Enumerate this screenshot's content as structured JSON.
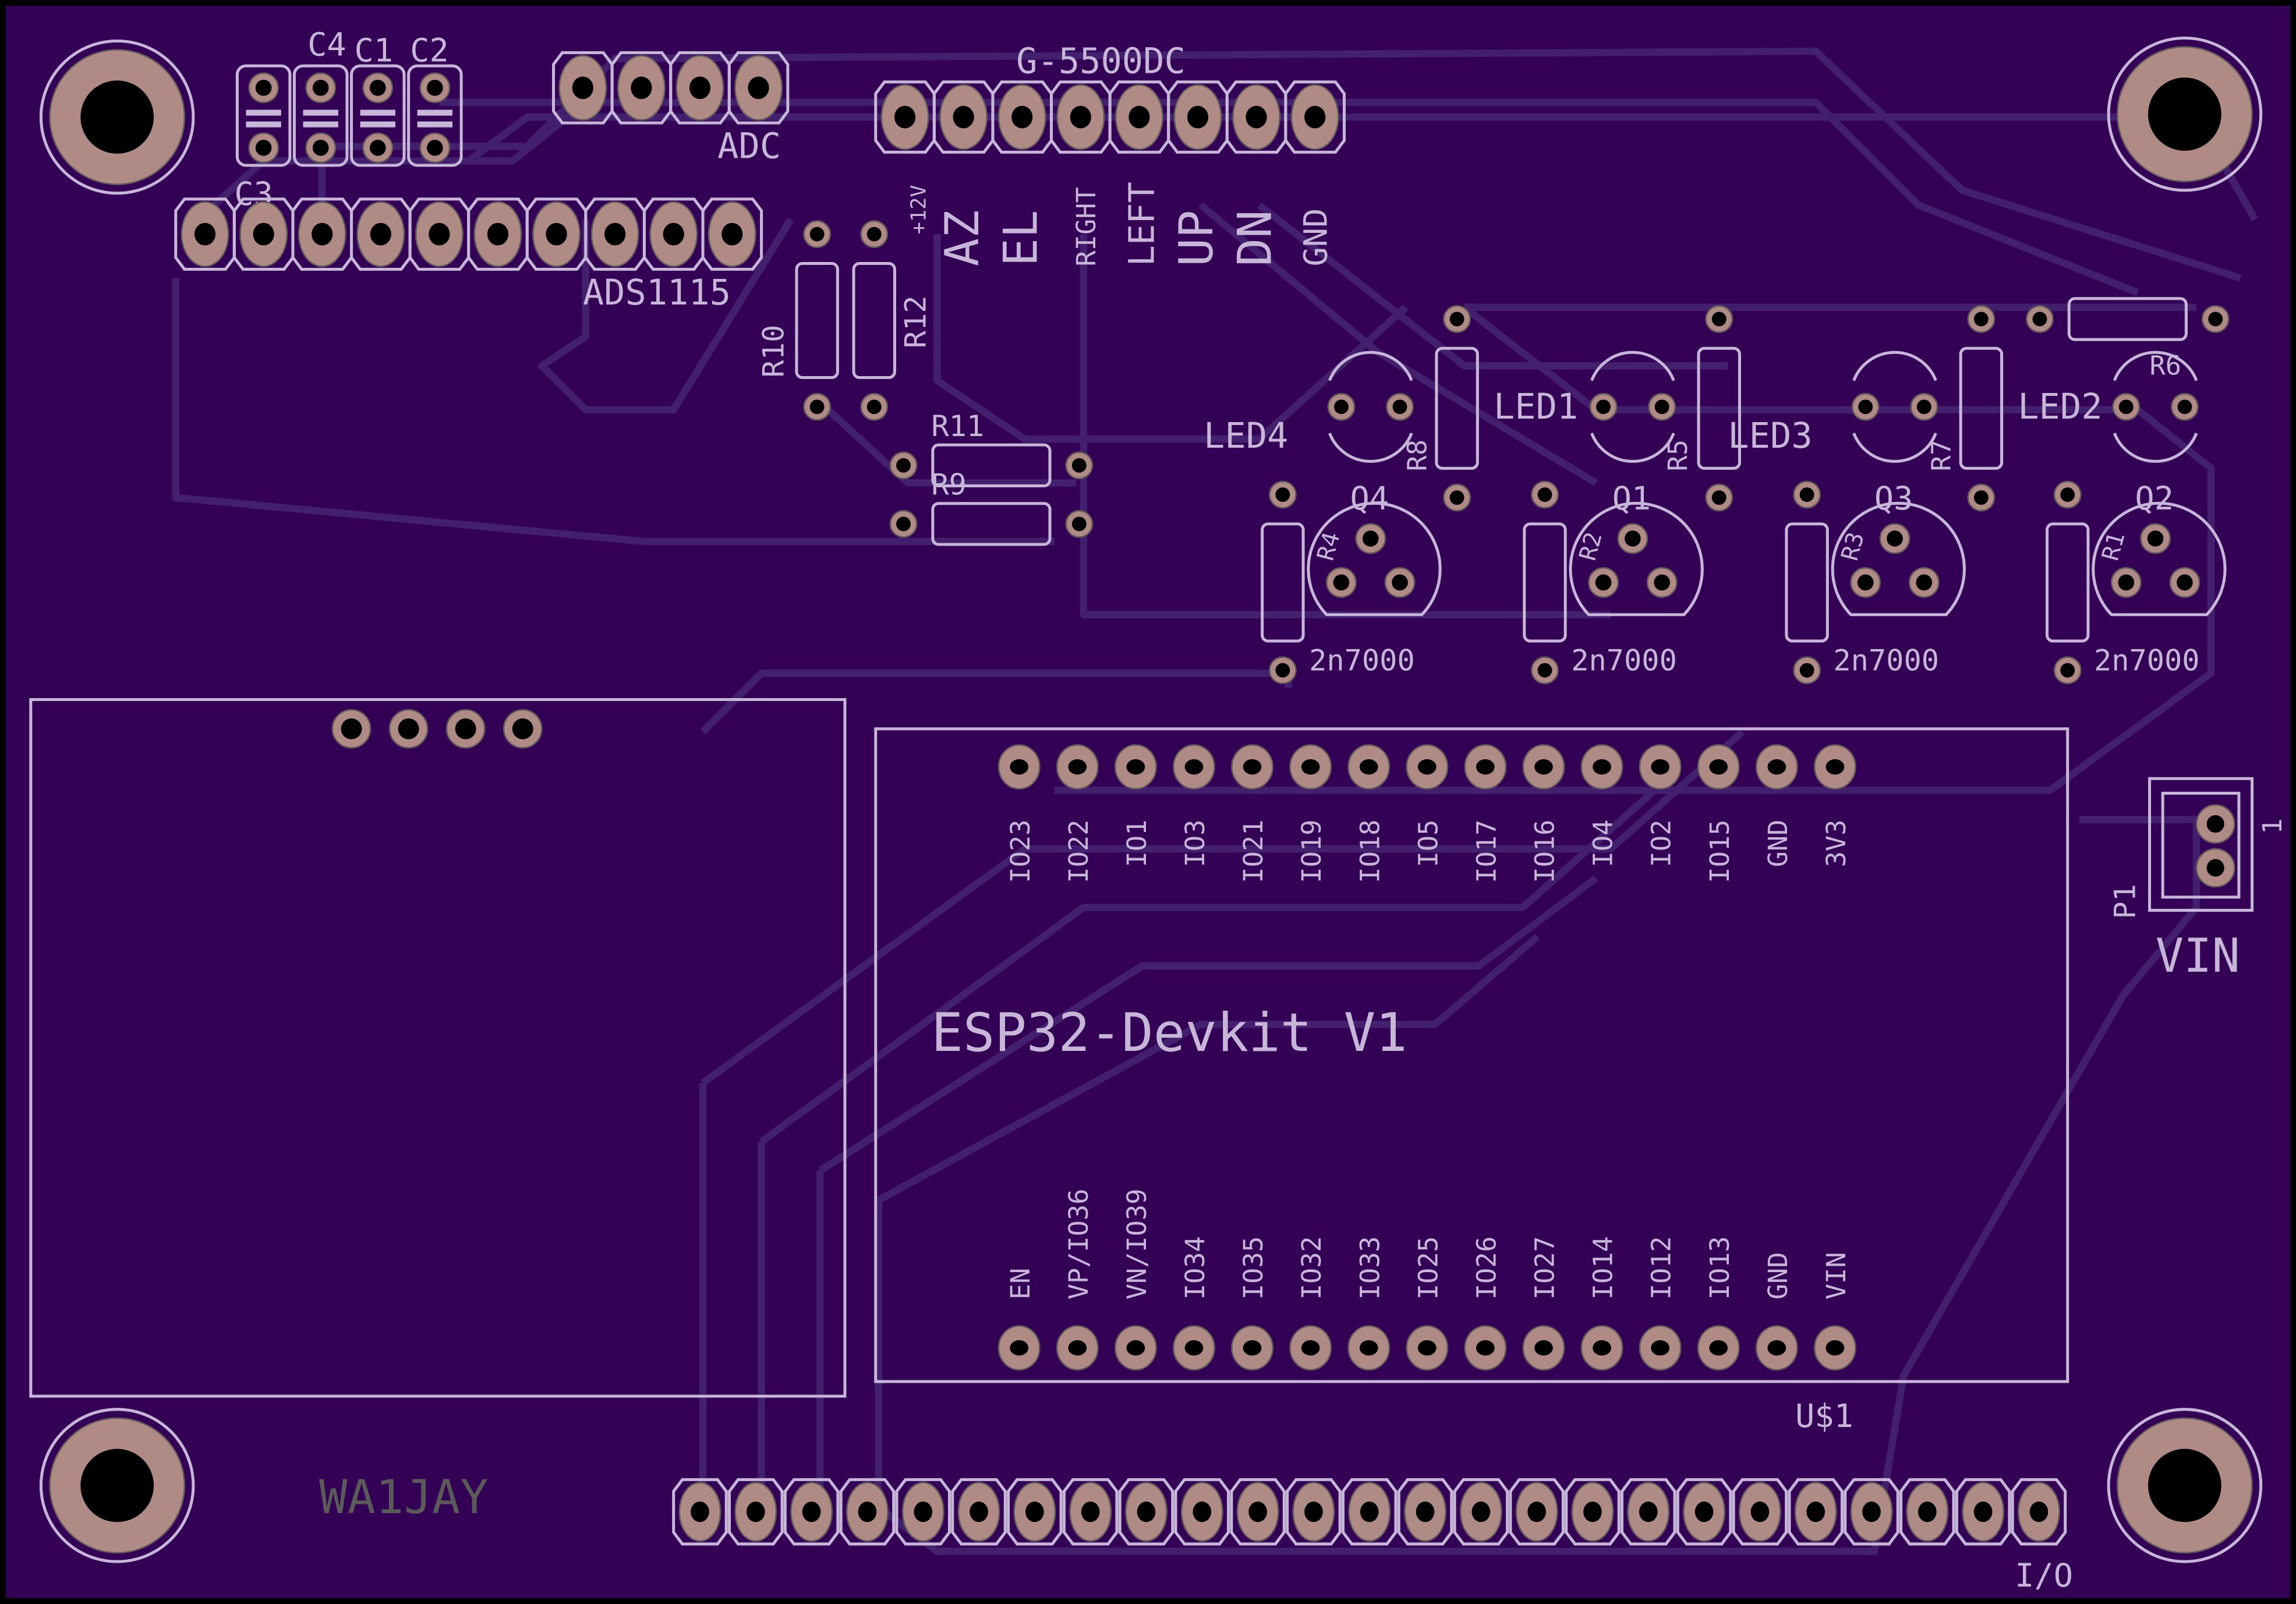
{
  "board": {
    "title": "ESP32 G-5500DC rotator controller PCB",
    "colors": {
      "substrate": "#330055",
      "silkscreen": "#c6b6d8",
      "copper": "#b08a85",
      "trace": "#43206e",
      "drill": "#000000",
      "author_text": "#5a5a5a"
    },
    "author": "WA1JAY"
  },
  "components": {
    "caps": [
      "C4",
      "C1",
      "C2",
      "C3"
    ],
    "adc_header": {
      "label": "ADC",
      "pins": 4
    },
    "ads1115": {
      "label": "ADS1115",
      "pins": 10
    },
    "rotator_header": {
      "label": "G-5500DC",
      "pins": 8,
      "pin_labels": [
        "+12V",
        "AZ",
        "EL",
        "RIGHT",
        "LEFT",
        "UP",
        "DN",
        "GND"
      ]
    },
    "resistors": [
      "R10",
      "R12",
      "R11",
      "R9",
      "R8",
      "R5",
      "R7",
      "R6",
      "R4",
      "R2",
      "R3",
      "R1"
    ],
    "leds": [
      "LED4",
      "LED1",
      "LED3",
      "LED2"
    ],
    "transistors": [
      {
        "ref": "Q4",
        "part": "2n7000",
        "res": "R4"
      },
      {
        "ref": "Q1",
        "part": "2n7000",
        "res": "R2"
      },
      {
        "ref": "Q3",
        "part": "2n7000",
        "res": "R3"
      },
      {
        "ref": "Q2",
        "part": "2n7000",
        "res": "R1"
      }
    ],
    "esp32": {
      "label": "ESP32-Devkit V1",
      "ref": "U$1",
      "top_pins": [
        "IO23",
        "IO22",
        "IO1",
        "IO3",
        "IO21",
        "IO19",
        "IO18",
        "IO5",
        "IO17",
        "IO16",
        "IO4",
        "IO2",
        "IO15",
        "GND",
        "3V3"
      ],
      "bottom_pins": [
        "EN",
        "VP/IO36",
        "VN/IO39",
        "IO34",
        "IO35",
        "IO32",
        "IO33",
        "IO25",
        "IO26",
        "IO27",
        "IO14",
        "IO12",
        "IO13",
        "GND",
        "VIN"
      ]
    },
    "power": {
      "ref": "P1",
      "label": "VIN",
      "pin1": "1"
    },
    "io_header": {
      "label": "I/O",
      "pins": 25
    },
    "display_module": {
      "pins": 4
    }
  }
}
